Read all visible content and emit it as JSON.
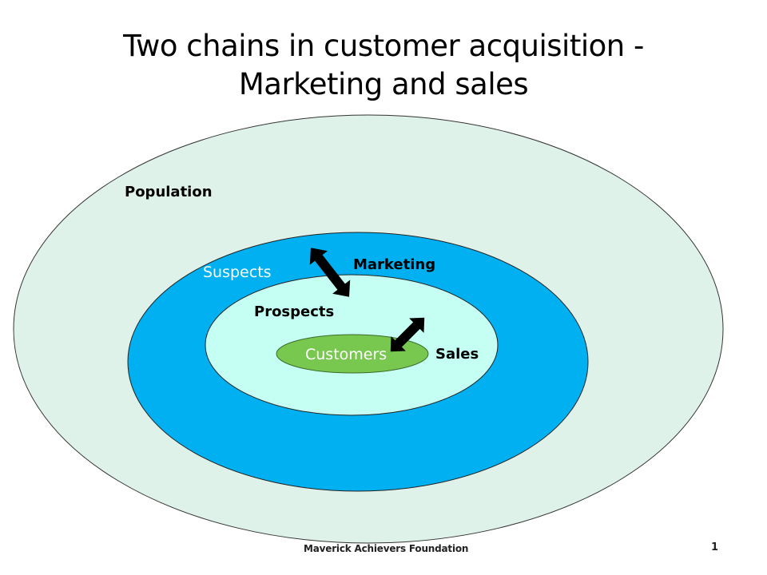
{
  "title": {
    "line1": "Two chains in customer acquisition -",
    "line2": "Marketing and sales"
  },
  "rings": {
    "population": "Population",
    "suspects": "Suspects",
    "prospects": "Prospects",
    "customers": "Customers"
  },
  "chains": {
    "marketing": "Marketing",
    "sales": "Sales"
  },
  "footer": {
    "organization": "Maverick Achievers Foundation",
    "page_number": "1"
  },
  "colors": {
    "population_fill": "#dff2ea",
    "suspects_fill": "#00b0f0",
    "prospects_fill": "#c5fff3",
    "customers_fill": "#78c850",
    "arrow_fill": "#000000"
  }
}
